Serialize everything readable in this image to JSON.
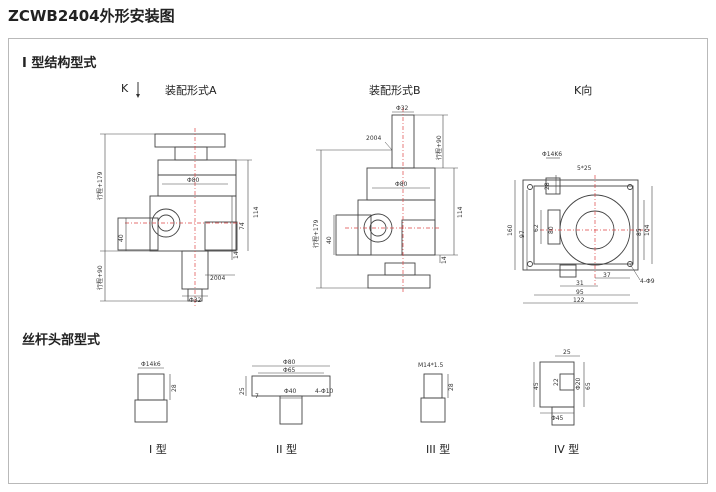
{
  "title": "ZCWB2404外形安装图",
  "sections": {
    "structure": "I 型结构型式",
    "screw_head": "丝杆头部型式"
  },
  "views": {
    "k_arrow": "K",
    "view_a": "装配形式A",
    "view_b": "装配形式B",
    "view_k": "K向"
  },
  "dims_a": {
    "stroke_top": "行程+179",
    "stroke_bottom": "行程+90",
    "d80": "Φ80",
    "h114": "114",
    "h74": "74",
    "h40": "40",
    "h14": "14",
    "m2004": "2004",
    "d32": "Φ32"
  },
  "dims_b": {
    "d32": "Φ32",
    "m2004": "2004",
    "stroke_top": "行程+90",
    "d80": "Φ80",
    "h114": "114",
    "stroke_bottom": "行程+179",
    "h40": "40",
    "h14": "14"
  },
  "dims_k": {
    "d14k6": "Φ14K6",
    "m5x25": "5*25",
    "h28": "28",
    "h97": "97",
    "h160": "160",
    "h62": "62",
    "h80": "80",
    "h85": "85",
    "h104": "104",
    "w37": "37",
    "w31": "31",
    "w95": "95",
    "w122": "122",
    "holes": "4-Φ9"
  },
  "heads": {
    "type1": {
      "label": "I 型",
      "d": "Φ14k6",
      "h": "28"
    },
    "type2": {
      "label": "II 型",
      "d80": "Φ80",
      "d65": "Φ65",
      "d40": "Φ40",
      "h25": "25",
      "h7": "7",
      "holes": "4-Φ10"
    },
    "type3": {
      "label": "III 型",
      "thread": "M14*1.5",
      "h": "28"
    },
    "type4": {
      "label": "IV 型",
      "w25": "25",
      "h45": "45",
      "h22": "22",
      "d20": "Φ20",
      "h65": "65",
      "d45": "Φ45"
    }
  }
}
